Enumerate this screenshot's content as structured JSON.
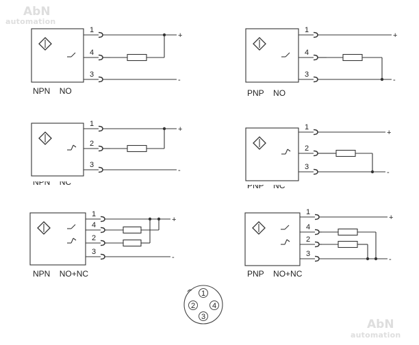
{
  "watermark": {
    "brand": "AbN",
    "sub": "automation"
  },
  "diagrams": [
    {
      "id": "npn-no",
      "type": "NPN",
      "config": "NO",
      "pins": [
        "1",
        "4",
        "3"
      ],
      "terminals": [
        "+",
        "-"
      ]
    },
    {
      "id": "pnp-no",
      "type": "PNP",
      "config": "NO",
      "pins": [
        "1",
        "4",
        "3"
      ],
      "terminals": [
        "+",
        "-"
      ]
    },
    {
      "id": "npn-nc",
      "type": "NPN",
      "config": "NC",
      "pins": [
        "1",
        "2",
        "3"
      ],
      "terminals": [
        "+",
        "-"
      ]
    },
    {
      "id": "pnp-nc",
      "type": "PNP",
      "config": "NC",
      "pins": [
        "1",
        "2",
        "3"
      ],
      "terminals": [
        "+",
        "-"
      ]
    },
    {
      "id": "npn-nonc",
      "type": "NPN",
      "config": "NO+NC",
      "pins": [
        "1",
        "4",
        "2",
        "3"
      ],
      "terminals": [
        "+",
        "-"
      ]
    },
    {
      "id": "pnp-nonc",
      "type": "PNP",
      "config": "NO+NC",
      "pins": [
        "1",
        "4",
        "2",
        "3"
      ],
      "terminals": [
        "+",
        "-"
      ]
    }
  ],
  "connector": {
    "pins": [
      "1",
      "2",
      "4",
      "3"
    ]
  }
}
